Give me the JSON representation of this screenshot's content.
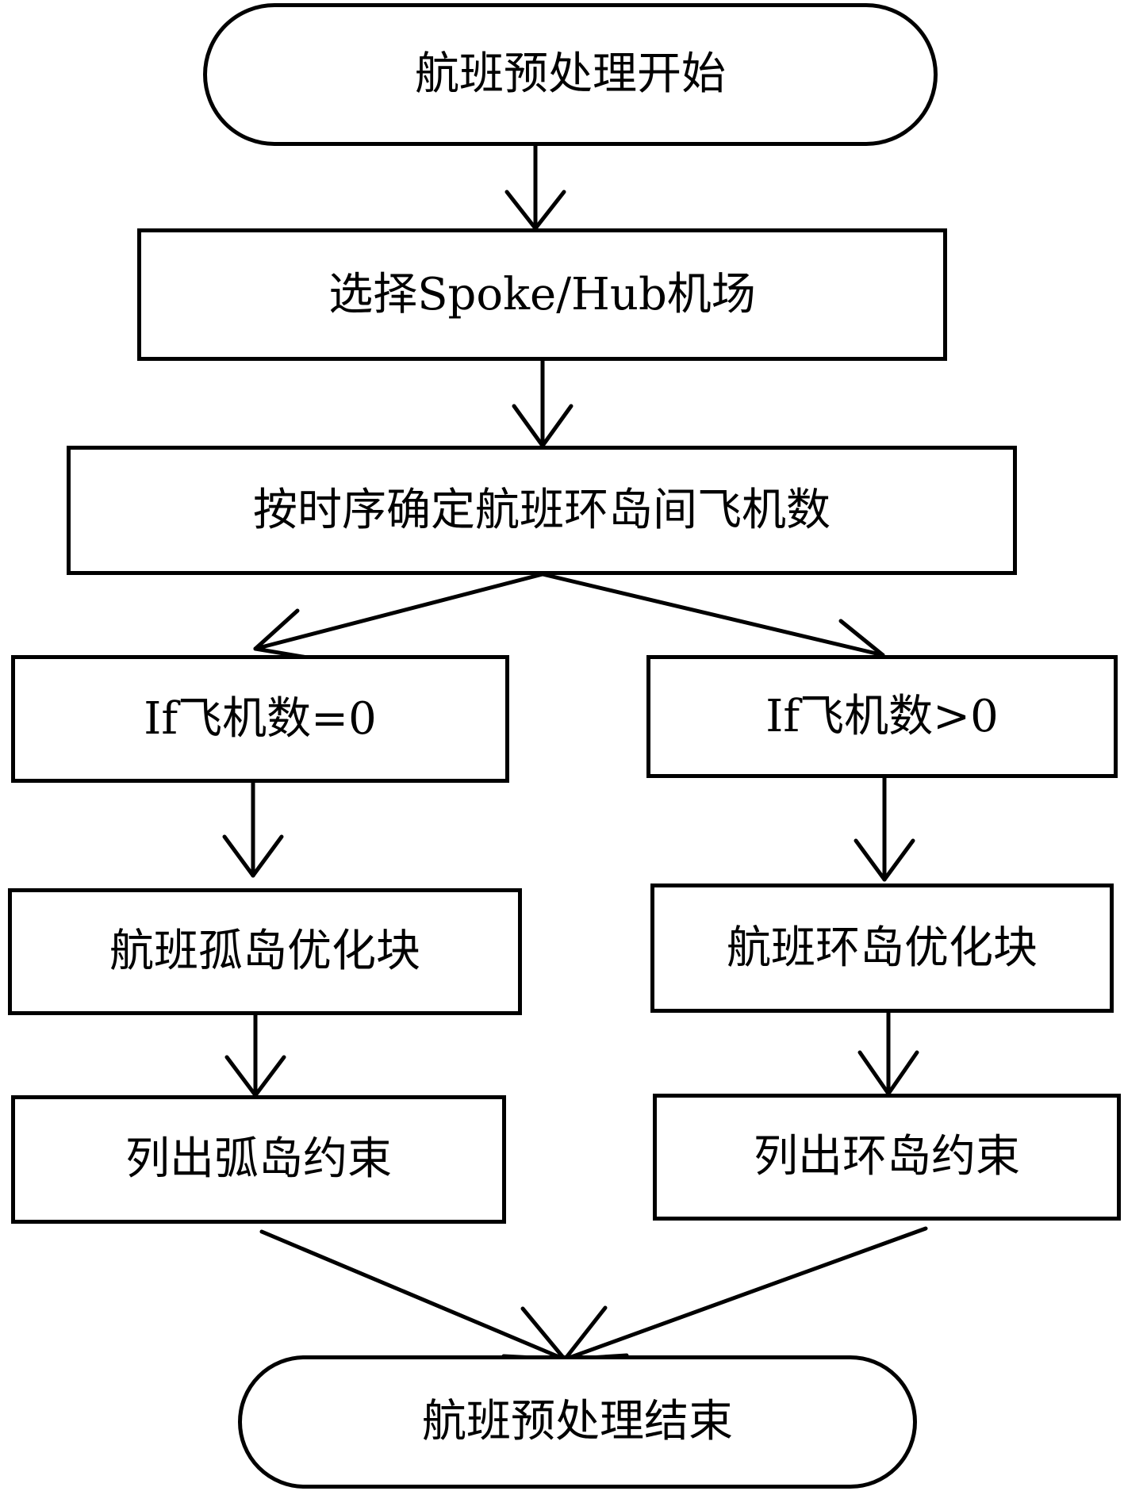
{
  "nodes": {
    "start": "航班预处理开始",
    "select_airport": "选择Spoke/Hub机场",
    "count_planes": "按时序确定航班环岛间飞机数",
    "if_zero": "If飞机数=0",
    "if_positive": "If飞机数>0",
    "isolated_opt": "航班孤岛优化块",
    "loop_opt": "航班环岛优化块",
    "isolated_constraints": "列出弧岛约束",
    "loop_constraints": "列出环岛约束",
    "end": "航班预处理结束"
  }
}
